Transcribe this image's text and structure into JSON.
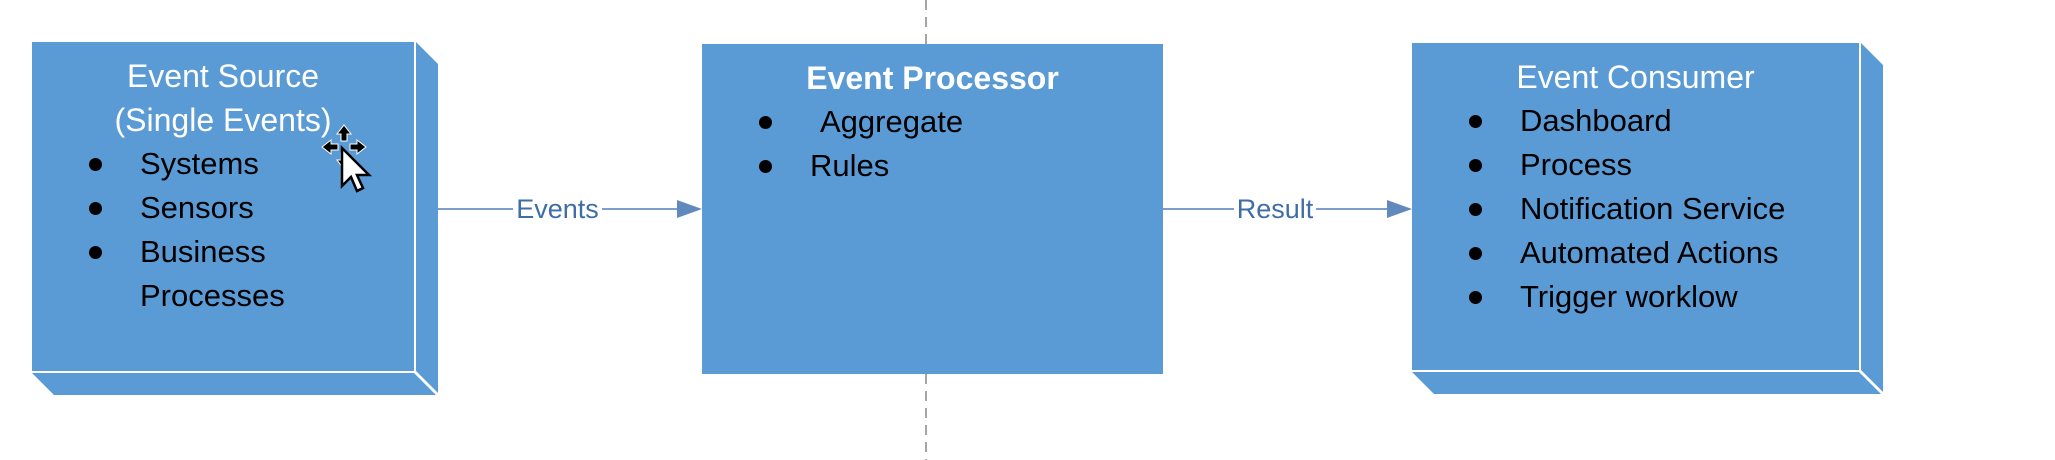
{
  "diagram": {
    "colors": {
      "box_fill": "#5b9bd5",
      "title_text": "#ffffff",
      "item_text": "#000000",
      "connector_line": "#7d9dca",
      "arrow_fill": "#6189bd",
      "connector_label": "#3f6da6",
      "guide_line": "#a6a6a6"
    },
    "boxes": [
      {
        "title": "Event Source",
        "subtitle": "(Single Events)",
        "items": [
          "Systems",
          "Sensors",
          "Business\nProcesses"
        ]
      },
      {
        "title": "Event Processor",
        "items": [
          "Aggregate",
          "Rules"
        ]
      },
      {
        "title": "Event Consumer",
        "items": [
          "Dashboard",
          "Process",
          "Notification Service",
          "Automated Actions",
          "Trigger worklow"
        ]
      }
    ],
    "connectors": [
      {
        "label": "Events"
      },
      {
        "label": "Result"
      }
    ],
    "cursor": {
      "icon": "move-pointer-cursor"
    }
  }
}
